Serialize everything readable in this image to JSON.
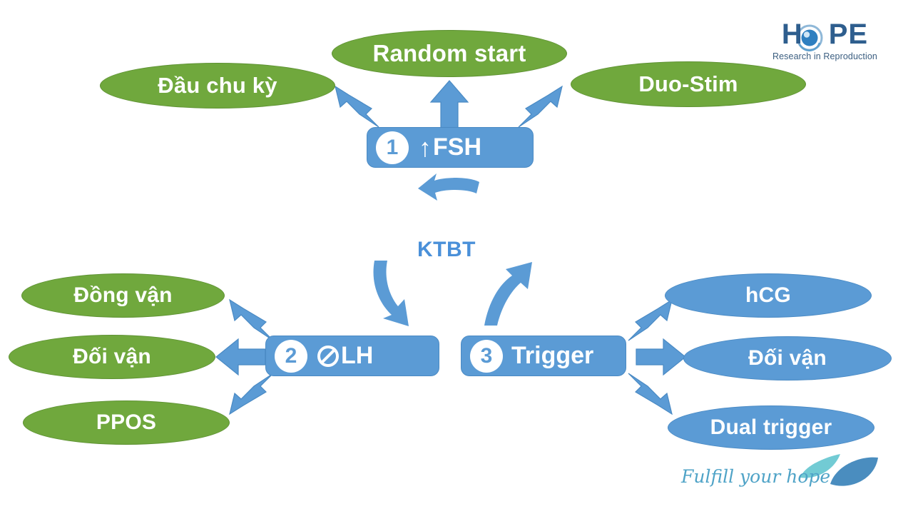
{
  "diagram": {
    "title_label": "KTBT",
    "colors": {
      "green": "#70A83D",
      "blue": "#5B9BD5",
      "arrow_blue": "#5B9BD5",
      "ktbt_text": "#4A90D9",
      "logo_navy": "#2E5E8E",
      "slogan_blue": "#4FA3C7"
    },
    "steps": [
      {
        "number": "1",
        "icon": "up-arrow-icon",
        "label": "FSH",
        "outputs": [
          "Đầu chu kỳ",
          "Random start",
          "Duo-Stim"
        ]
      },
      {
        "number": "2",
        "icon": "prohibition-icon",
        "label": "LH",
        "outputs": [
          "Đồng vận",
          "Đối vận",
          "PPOS"
        ]
      },
      {
        "number": "3",
        "icon": "none",
        "label": "Trigger",
        "outputs": [
          "hCG",
          "Đối vận",
          "Dual trigger"
        ]
      }
    ],
    "nodes": {
      "dau_chu_ky": "Đầu chu kỳ",
      "random_start": "Random start",
      "duo_stim": "Duo-Stim",
      "dong_van": "Đồng vận",
      "doi_van_left": "Đối vận",
      "ppos": "PPOS",
      "hcg": "hCG",
      "doi_van_right": "Đối vận",
      "dual_trigger": "Dual trigger"
    }
  },
  "branding": {
    "logo_part_1": "H",
    "logo_icon": "eye-globe-icon",
    "logo_part_2": "PE",
    "tagline": "Research in Reproduction",
    "slogan": "Fulfill your hope"
  }
}
